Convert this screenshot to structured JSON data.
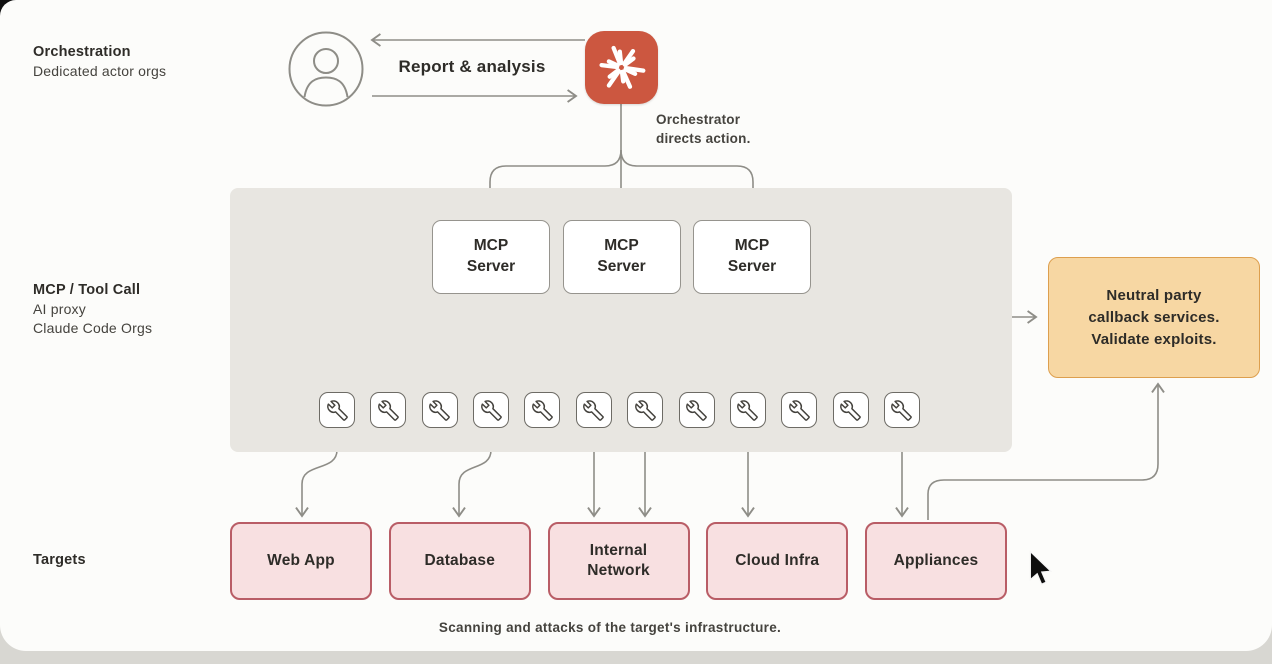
{
  "labels": {
    "orchestration_title": "Orchestration",
    "orchestration_sub": "Dedicated actor orgs",
    "mcp_title": "MCP / Tool Call",
    "mcp_sub1": "AI proxy",
    "mcp_sub2": "Claude Code Orgs",
    "targets_title": "Targets",
    "report_analysis": "Report & analysis",
    "orchestrator_note_line1": "Orchestrator",
    "orchestrator_note_line2": "directs action.",
    "caption": "Scanning and attacks of the target's infrastructure."
  },
  "actor": {
    "icon": "person-icon"
  },
  "orchestrator": {
    "icon": "claude-spark-icon"
  },
  "mcp_panel": {
    "servers": [
      {
        "label": "MCP Server"
      },
      {
        "label": "MCP Server"
      },
      {
        "label": "MCP Server"
      }
    ],
    "tools": {
      "count": 12,
      "icon": "wrench-icon"
    }
  },
  "neutral_box": {
    "lines": [
      "Neutral party",
      "callback services.",
      "Validate exploits."
    ]
  },
  "targets": {
    "items": [
      "Web App",
      "Database",
      "Internal Network",
      "Cloud Infra",
      "Appliances"
    ]
  },
  "colors": {
    "claude_orange": "#cc5740",
    "panel_gray": "#e8e6e1",
    "line_gray": "#8e8d87",
    "box_border": "#96948e",
    "tool_border": "#6d6b65",
    "neutral_fill": "#f7d7a3",
    "neutral_border": "#dd9f4e",
    "target_fill": "#f8e0e1",
    "target_border": "#b95d66",
    "ink": "#2e2c28",
    "sub_ink": "#45433e",
    "canvas_bg": "#fcfcfa",
    "frame_strip": "#d8d7d2"
  }
}
